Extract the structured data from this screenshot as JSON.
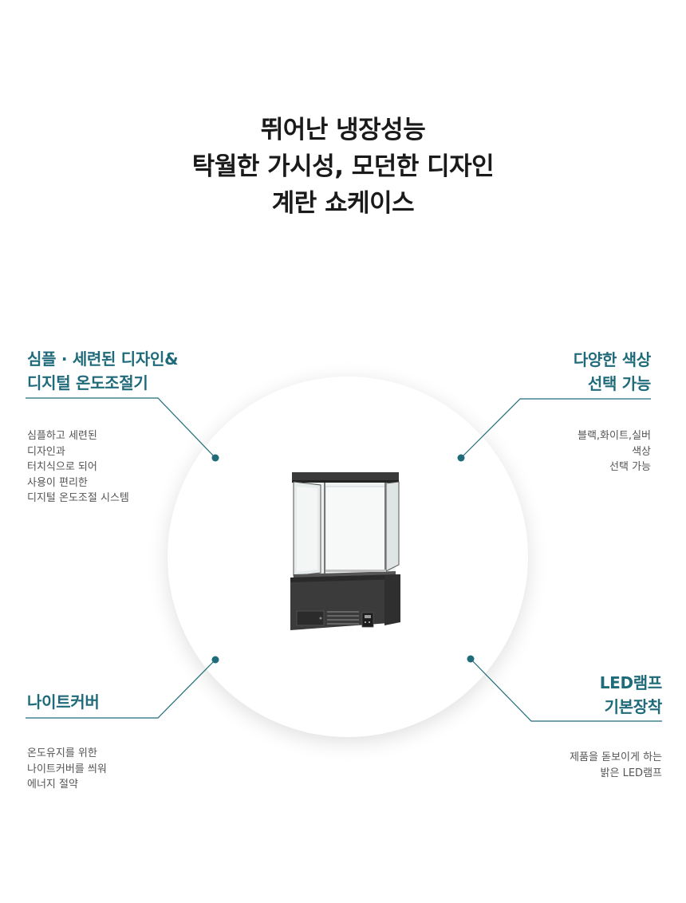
{
  "headline": {
    "line1": "뛰어난 냉장성능",
    "line2": "탁월한 가시성, 모던한 디자인",
    "line3": "계란 쇼케이스"
  },
  "features": {
    "top_left": {
      "title": [
        "심플 · 세련된 디자인&",
        "디지털 온도조절기"
      ],
      "desc": [
        "심플하고 세련된",
        "디자인과",
        "터치식으로 되어",
        "사용이 편리한",
        "디지털 온도조절 시스템"
      ]
    },
    "top_right": {
      "title": [
        "다양한 색상",
        "선택 가능"
      ],
      "desc": [
        "블랙,화이트,실버",
        "색상",
        "선택 가능"
      ]
    },
    "bottom_left": {
      "title": [
        "나이트커버"
      ],
      "desc": [
        "온도유지를 위한",
        "나이트커버를 씌워",
        "에너지 절약"
      ]
    },
    "bottom_right": {
      "title": [
        "LED램프",
        "기본장착"
      ],
      "desc": [
        "제품을 돋보이게 하는",
        "밝은 LED램프"
      ]
    }
  },
  "colors": {
    "accent": "#1f6b7a",
    "text_dark": "#1a1a1a",
    "text_body": "#555555"
  }
}
